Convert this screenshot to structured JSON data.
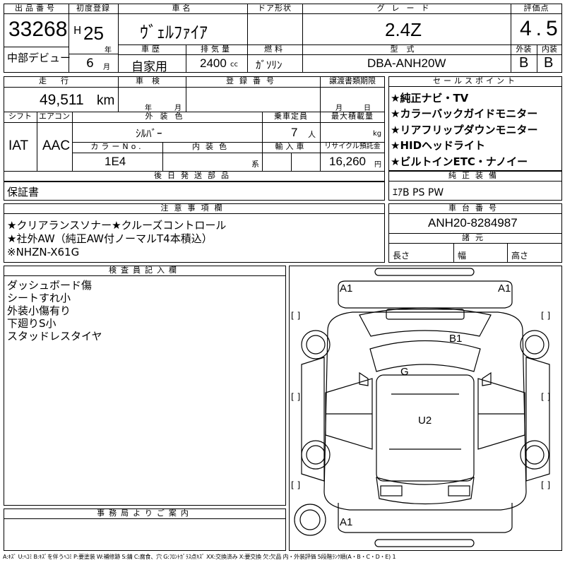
{
  "header": {
    "lot_no_label": "出品番号",
    "lot_no": "33268",
    "debut_label": "中部デビュー",
    "first_reg_label": "初度登録",
    "era": "H",
    "year": "25",
    "year_unit": "年",
    "month": "6",
    "month_unit": "月",
    "car_name_label": "車名",
    "car_name": "ｳﾞｪﾙﾌｧｲｱ",
    "door_label": "ドア形状",
    "door": "",
    "grade_label": "グレード",
    "grade": "2.4Z",
    "score_label": "評価点",
    "score": "4.5",
    "history_label": "車歴",
    "history": "自家用",
    "displacement_label": "排気量",
    "displacement": "2400",
    "displacement_unit": "cc",
    "fuel_label": "燃料",
    "fuel": "ｶﾞｿﾘﾝ",
    "model_label": "型式",
    "model": "DBA-ANH20W",
    "ext_label": "外装",
    "ext_grade": "B",
    "int_label": "内装",
    "int_grade": "B"
  },
  "row2": {
    "mileage_label": "走行",
    "mileage": "49,511",
    "mileage_unit": "km",
    "inspection_label": "車検",
    "insp_year_unit": "年",
    "insp_month_unit": "月",
    "reg_no_label": "登録番号",
    "reg_no": "",
    "transfer_label": "譲渡書類期限",
    "transfer_month_unit": "月",
    "transfer_day_unit": "日",
    "shift_label": "シフト",
    "shift": "IAT",
    "ac_label": "エアコン",
    "ac": "AAC",
    "color_label": "外装色",
    "color": "ｼﾙﾊﾞｰ",
    "color_no_label": "カラーNo.",
    "color_no": "1E4",
    "interior_color_label": "内装色",
    "interior_unit": "系",
    "capacity_label": "乗車定員",
    "capacity": "7",
    "capacity_unit": "人",
    "import_label": "輸入車",
    "max_load_label": "最大積載量",
    "max_load_unit": "kg",
    "recycle_label": "リサイクル預託金",
    "recycle": "16,260",
    "recycle_unit": "円"
  },
  "sales_points": {
    "label": "セールスポイント",
    "items": [
      "★純正ナビ・TV",
      "★カラーバックガイドモニター",
      "★リアフリップダウンモニター",
      "★HIDヘッドライト",
      "★ビルトインETC・ナノイー"
    ]
  },
  "later_parts": {
    "label": "後日発送部品",
    "value": "保証書"
  },
  "genuine_equipment": {
    "label": "純正装備",
    "value": "ｴｱB PS PW"
  },
  "caution": {
    "label": "注意事項欄",
    "lines": [
      "★クリアランスソナー★クルーズコントロール",
      "★社外AW（純正AW付ノーマルT4本積込）",
      "※NHZN-X61G"
    ]
  },
  "chassis": {
    "label": "車台番号",
    "value": "ANH20-8284987",
    "dims_label": "諸元",
    "length_label": "長さ",
    "width_label": "幅",
    "height_label": "高さ"
  },
  "inspector": {
    "label": "検査員記入欄",
    "lines": [
      "ダッシュボード傷",
      "シートすれ小",
      "外装小傷有り",
      "下廻りS小",
      "スタッドレスタイヤ"
    ]
  },
  "office": {
    "label": "事務局よりご案内"
  },
  "diagram_marks": {
    "front_left": "A1",
    "front_right": "A1",
    "roof": "B1",
    "windshield": "G",
    "rear_roof": "U2",
    "rear": "A1",
    "bracket": "[ ]"
  },
  "legend": "A:ｷｽﾞ U:ﾍｺﾐ B:ｷｽﾞを伴うﾍｺﾐ P:要塗装 W:補修跡 S:錆 C:腐食、穴 G:ﾌﾛﾝﾄｶﾞﾗｽ点ｷｽﾞ XX:交換済み X:要交換 欠:欠品 内・外装評価 5段階ﾗﾝｸ順(A・B・C・D・E) 1"
}
